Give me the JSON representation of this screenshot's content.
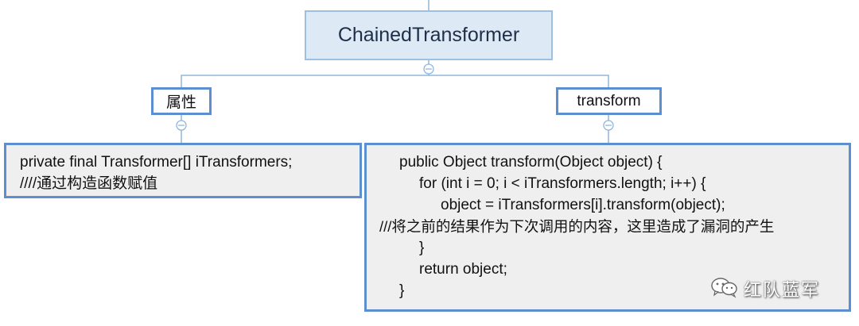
{
  "root": {
    "label": "ChainedTransformer"
  },
  "branches": [
    {
      "label": "属性",
      "lines": [
        "private final Transformer[] iTransformers;",
        "////通过构造函数赋值"
      ]
    },
    {
      "label": "transform",
      "lines": [
        "public Object transform(Object object) {",
        "for (int i = 0; i < iTransformers.length; i++) {",
        "object = iTransformers[i].transform(object);",
        "///将之前的结果作为下次调用的内容，这里造成了漏洞的产生",
        "}",
        "return object;",
        "}"
      ]
    }
  ],
  "watermark": {
    "text": "红队蓝军",
    "icon": "wechat-icon"
  },
  "colors": {
    "connector": "#8fb6dc",
    "node_border": "#5b8fd0",
    "root_fill": "#dde9f5",
    "content_fill": "#efefef"
  }
}
